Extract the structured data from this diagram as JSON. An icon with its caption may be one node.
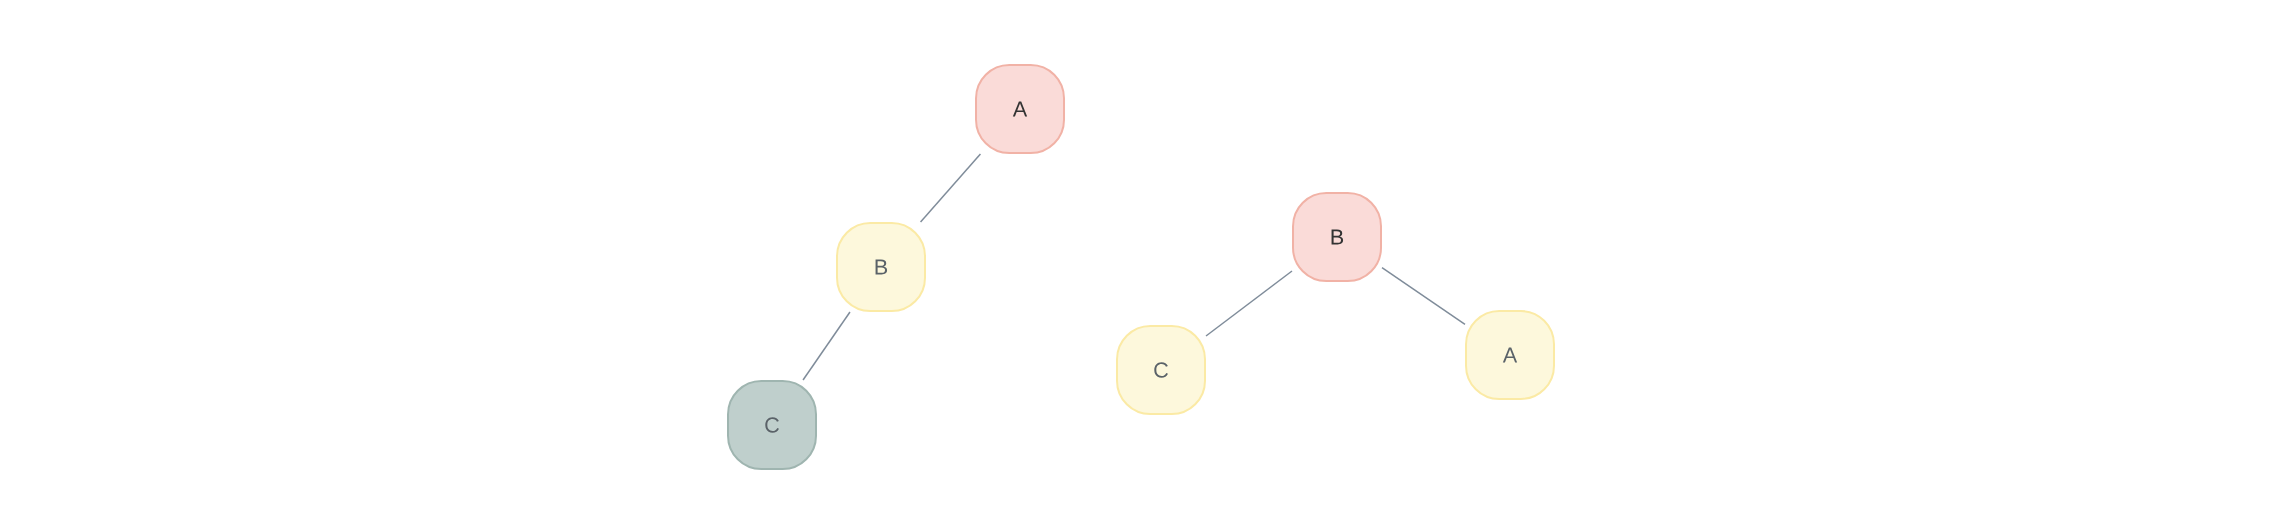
{
  "diagram": {
    "nodes": [
      {
        "text": [
          "A"
        ]
      },
      {
        "text": [
          "B"
        ]
      },
      {
        "text": [
          "C"
        ]
      },
      {
        "text": [
          "B"
        ]
      },
      {
        "text": [
          "C"
        ]
      },
      {
        "text": [
          "A"
        ]
      }
    ],
    "edges": [
      {
        "from": 0,
        "to": 1,
        "arrow": "none"
      },
      {
        "from": 1,
        "to": 2,
        "arrow": "none"
      },
      {
        "from": 3,
        "to": 4,
        "arrow": "none"
      },
      {
        "from": 3,
        "to": 5,
        "arrow": "none"
      }
    ]
  }
}
